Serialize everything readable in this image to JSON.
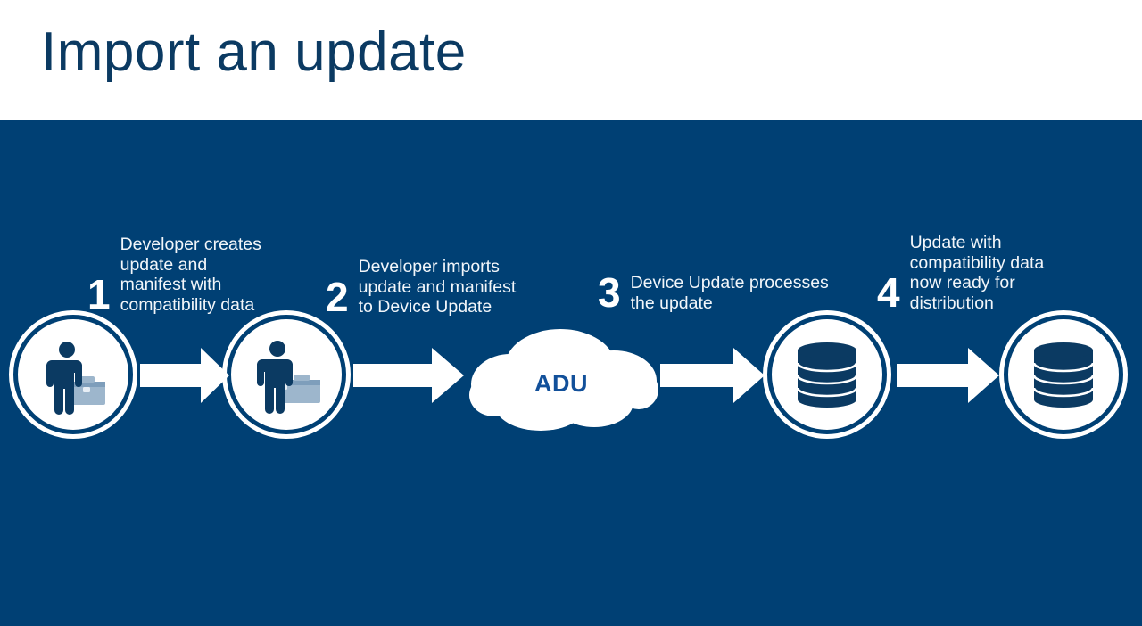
{
  "slide": {
    "title": "Import an update",
    "background_color": "#004074",
    "title_color": "#0b3a62",
    "accent_color": "#12509a"
  },
  "steps": [
    {
      "number": "1",
      "text": "Developer creates\nupdate and\nmanifest with\ncompatibility data",
      "icon": "person-with-briefcase-icon"
    },
    {
      "number": "2",
      "text": "Developer imports\nupdate and manifest\nto Device Update",
      "icon": "person-with-briefcase-icon"
    },
    {
      "number": "3",
      "text": "Device Update processes\nthe update",
      "icon": "database-icon"
    },
    {
      "number": "4",
      "text": "Update with\ncompatibility data\nnow ready for\ndistribution",
      "icon": "database-icon"
    }
  ],
  "cloud": {
    "label": "ADU",
    "icon": "cloud-shape"
  },
  "arrows": [
    {
      "name": "arrow-1-to-2"
    },
    {
      "name": "arrow-2-to-cloud"
    },
    {
      "name": "arrow-cloud-to-3"
    },
    {
      "name": "arrow-3-to-4"
    }
  ]
}
